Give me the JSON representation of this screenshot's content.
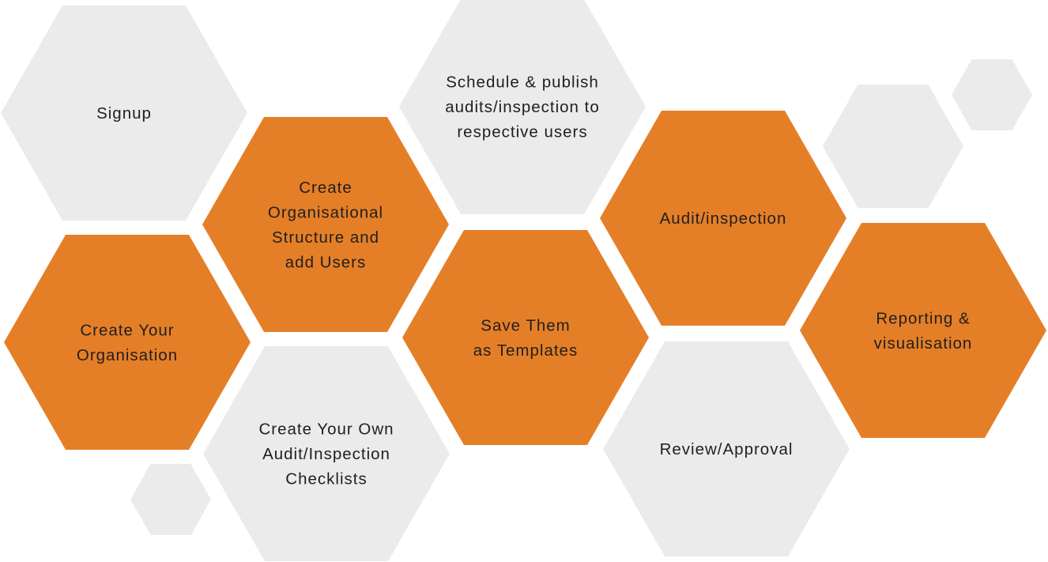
{
  "colors": {
    "grey": "#ebebeb",
    "orange": "#e57f27",
    "text": "#1f1f1f"
  },
  "steps": [
    {
      "id": "signup",
      "lines": [
        "Signup"
      ],
      "fill": "grey"
    },
    {
      "id": "create-your-organisation",
      "lines": [
        "Create Your",
        "Organisation"
      ],
      "fill": "orange"
    },
    {
      "id": "create-organisational-structure",
      "lines": [
        "Create",
        "Organisational",
        "Structure and",
        "add Users"
      ],
      "fill": "orange"
    },
    {
      "id": "create-checklists",
      "lines": [
        "Create Your Own",
        "Audit/Inspection",
        "Checklists"
      ],
      "fill": "grey"
    },
    {
      "id": "schedule-publish",
      "lines": [
        "Schedule & publish",
        "audits/inspection to",
        "respective users"
      ],
      "fill": "grey"
    },
    {
      "id": "save-templates",
      "lines": [
        "Save Them",
        "as Templates"
      ],
      "fill": "orange"
    },
    {
      "id": "audit-inspection",
      "lines": [
        "Audit/inspection"
      ],
      "fill": "orange"
    },
    {
      "id": "review-approval",
      "lines": [
        "Review/Approval"
      ],
      "fill": "grey"
    },
    {
      "id": "reporting-visualisation",
      "lines": [
        "Reporting &",
        "visualisation"
      ],
      "fill": "orange"
    }
  ],
  "decorations": [
    {
      "id": "small-hex-right-mid",
      "fill": "grey"
    },
    {
      "id": "small-hex-right-top",
      "fill": "grey"
    },
    {
      "id": "small-hex-bottom-left",
      "fill": "grey"
    }
  ]
}
